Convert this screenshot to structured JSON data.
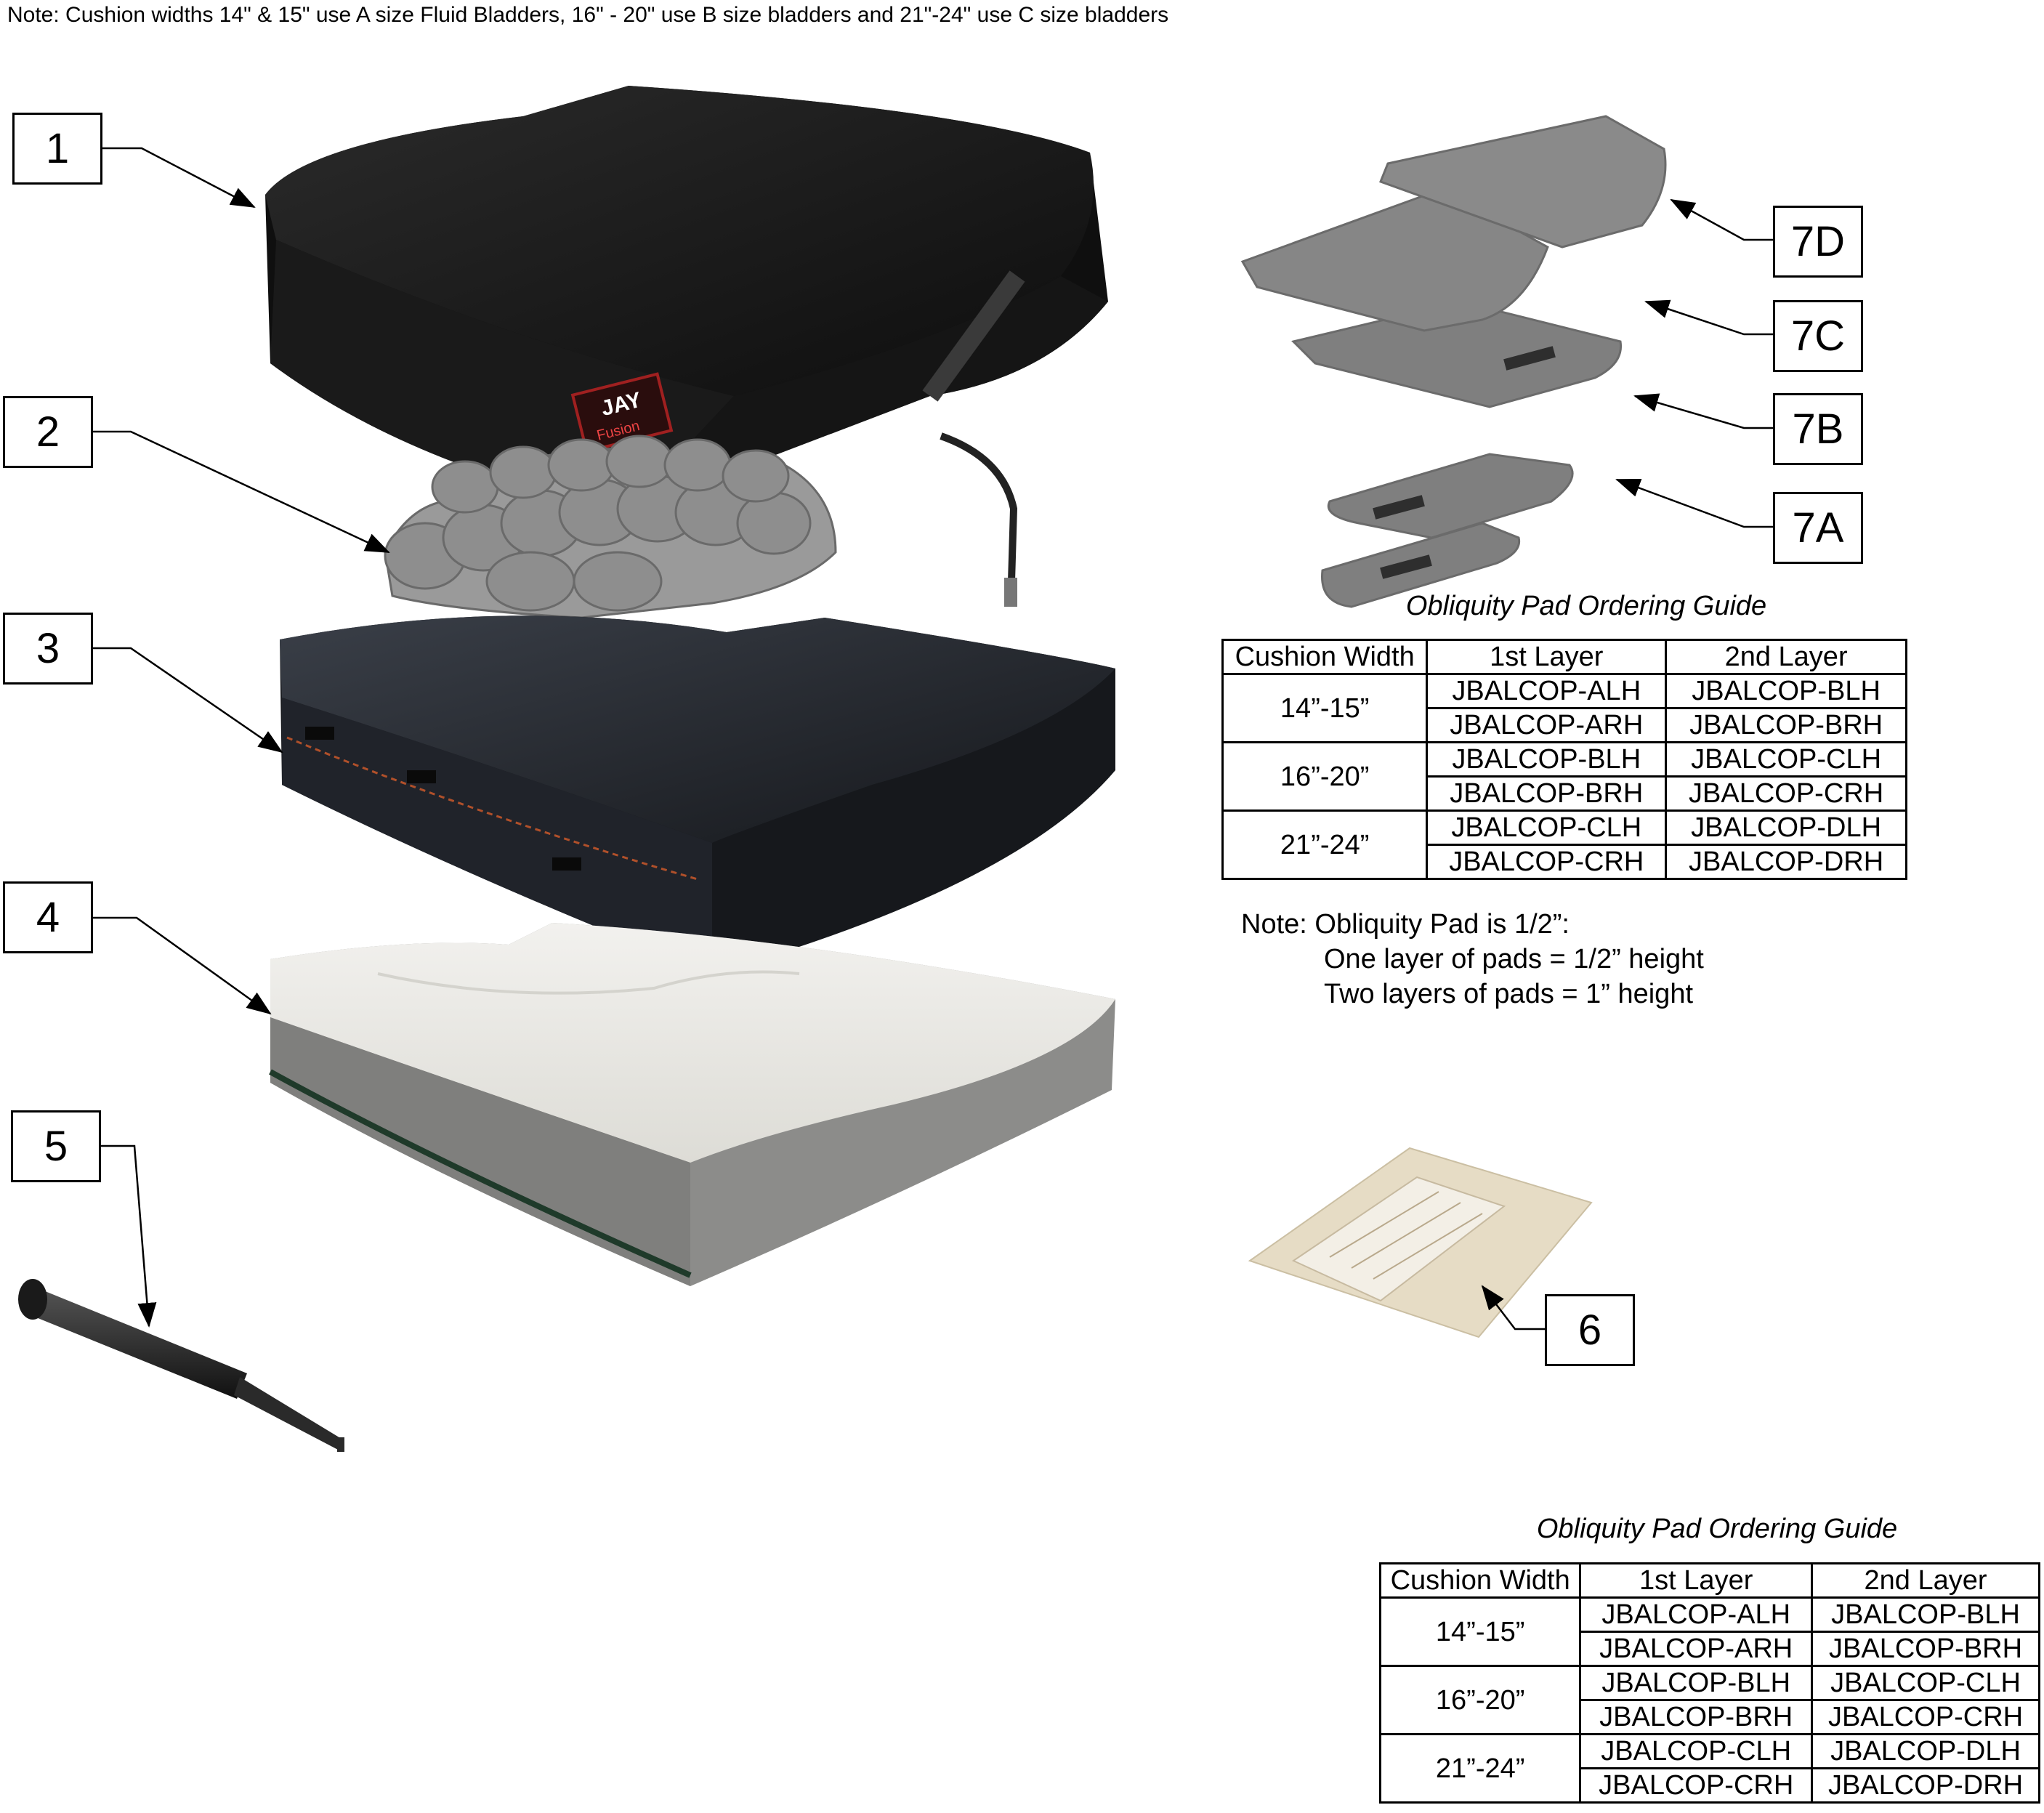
{
  "top_note": "Note: Cushion widths 14\" & 15\" use A size Fluid Bladders, 16\" - 20\" use B size bladders and 21\"-24\" use C size bladders",
  "callouts": {
    "c1": "1",
    "c2": "2",
    "c3": "3",
    "c4": "4",
    "c5": "5",
    "c6": "6",
    "c7a": "7A",
    "c7b": "7B",
    "c7c": "7C",
    "c7d": "7D"
  },
  "logo": {
    "brand": "JAY",
    "sub": "Fusion"
  },
  "colors": {
    "cover": "#141414",
    "bladder": "#8e8e8e",
    "inner_cover": "#23262c",
    "foam_top": "#e9e8e3",
    "foam_side": "#8c8c8a",
    "pad": "#7f7f7f",
    "velcro": "#2e2e2e",
    "pump": "#2a2a2a",
    "packet": "#e6dcc5"
  },
  "guide": {
    "title": "Obliquity Pad Ordering Guide",
    "headers": [
      "Cushion Width",
      "1st Layer",
      "2nd Layer"
    ],
    "groups": [
      {
        "width": "14”-15”",
        "rows": [
          [
            "JBALCOP-ALH",
            "JBALCOP-BLH"
          ],
          [
            "JBALCOP-ARH",
            "JBALCOP-BRH"
          ]
        ]
      },
      {
        "width": "16”-20”",
        "rows": [
          [
            "JBALCOP-BLH",
            "JBALCOP-CLH"
          ],
          [
            "JBALCOP-BRH",
            "JBALCOP-CRH"
          ]
        ]
      },
      {
        "width": "21”-24”",
        "rows": [
          [
            "JBALCOP-CLH",
            "JBALCOP-DLH"
          ],
          [
            "JBALCOP-CRH",
            "JBALCOP-DRH"
          ]
        ]
      }
    ]
  },
  "pad_note": {
    "line1": "Note: Obliquity Pad is 1/2”:",
    "line2": "One layer of pads = 1/2” height",
    "line3": "Two layers of pads = 1” height"
  }
}
